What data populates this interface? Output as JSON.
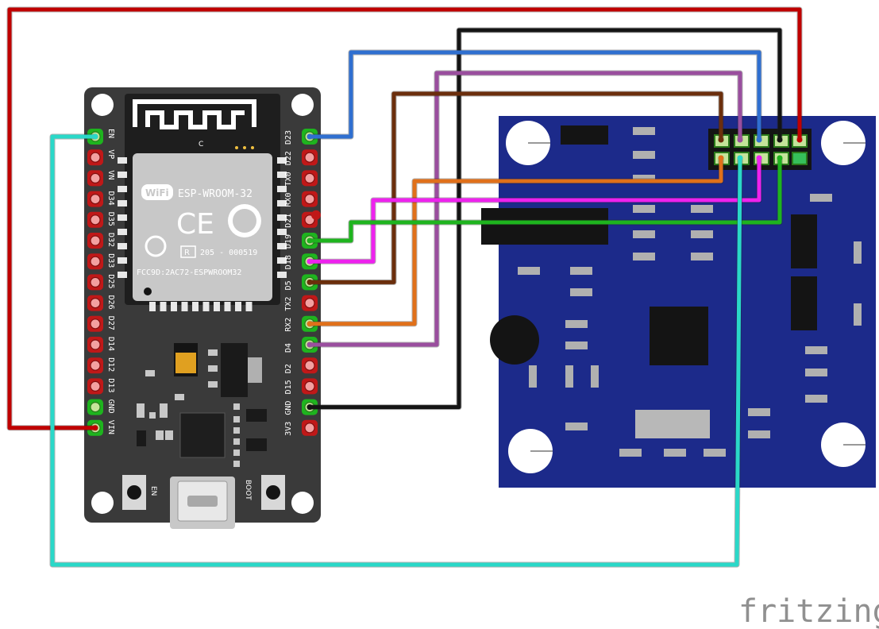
{
  "board": {
    "module_text": "ESP-WROOM-32",
    "wifi_badge": "WiFi",
    "ce_mark": "CE",
    "fcc_id": "FCC9D:2AC72-ESPWROOM32",
    "reg_code": "205 - 000519",
    "r_mark": "R",
    "antenna_mark": "C",
    "button_en": "EN",
    "button_boot": "BOOT",
    "left_pins": [
      "EN",
      "VP",
      "VN",
      "D34",
      "D35",
      "D32",
      "D33",
      "D25",
      "D26",
      "D27",
      "D14",
      "D12",
      "D13",
      "GND",
      "VIN"
    ],
    "right_pins": [
      "D23",
      "D22",
      "TX0",
      "RX0",
      "D21",
      "D19",
      "D18",
      "D5",
      "TX2",
      "RX2",
      "D4",
      "D2",
      "D15",
      "GND",
      "3V3"
    ]
  },
  "watermark": "fritzing",
  "colors": {
    "pcb": "#3a3a3a",
    "module_shield": "#c8c8c8",
    "sensor_board": "#1c2a8a",
    "red": "#c00000",
    "black": "#141414",
    "blue": "#2f6fd0",
    "purple": "#9a4e9e",
    "brown": "#6b2e0c",
    "orange": "#e0701a",
    "magenta": "#ee22ee",
    "green": "#1eb41e",
    "cyan": "#2ad8c8"
  },
  "wires": [
    {
      "name": "wire-red",
      "color": "red",
      "from": "VIN",
      "to": "header-top-5"
    },
    {
      "name": "wire-black",
      "color": "black",
      "from": "GND",
      "to": "header-top-4"
    },
    {
      "name": "wire-blue",
      "color": "blue",
      "from": "D23",
      "to": "header-top-3"
    },
    {
      "name": "wire-purple",
      "color": "purple",
      "from": "D4",
      "to": "header-top-2"
    },
    {
      "name": "wire-brown",
      "color": "brown",
      "from": "D5",
      "to": "header-top-1"
    },
    {
      "name": "wire-orange",
      "color": "orange",
      "from": "RX2",
      "to": "header-bottom-1"
    },
    {
      "name": "wire-magenta",
      "color": "magenta",
      "from": "D18",
      "to": "header-bottom-3"
    },
    {
      "name": "wire-green",
      "color": "green",
      "from": "D19",
      "to": "header-bottom-4"
    },
    {
      "name": "wire-cyan",
      "color": "cyan",
      "from": "EN",
      "to": "header-bottom-2"
    }
  ]
}
